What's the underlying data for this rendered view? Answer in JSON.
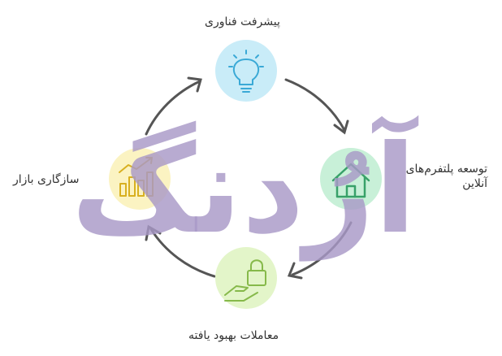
{
  "diagram": {
    "nodes": [
      {
        "id": "tech",
        "label": "پیشرفت فناوری",
        "icon": "lightbulb-icon",
        "color": "#c9ecf8",
        "icon_color": "#3aa9d6"
      },
      {
        "id": "platforms",
        "label": "توسعه پلتفرم‌های آنلاین",
        "icon": "house-icon",
        "color": "#c8f0d8",
        "icon_color": "#38a169"
      },
      {
        "id": "transactions",
        "label": "معاملات بهبود یافته",
        "icon": "hand-lock-icon",
        "color": "#e3f5c9",
        "icon_color": "#86b94a"
      },
      {
        "id": "market",
        "label": "سازگاری بازار",
        "icon": "growth-chart-icon",
        "color": "#fbf3c2",
        "icon_color": "#d8b020"
      }
    ],
    "arrow_color": "#555555",
    "watermark": {
      "text": "آرُدنگ",
      "color": "#a898c7"
    }
  }
}
